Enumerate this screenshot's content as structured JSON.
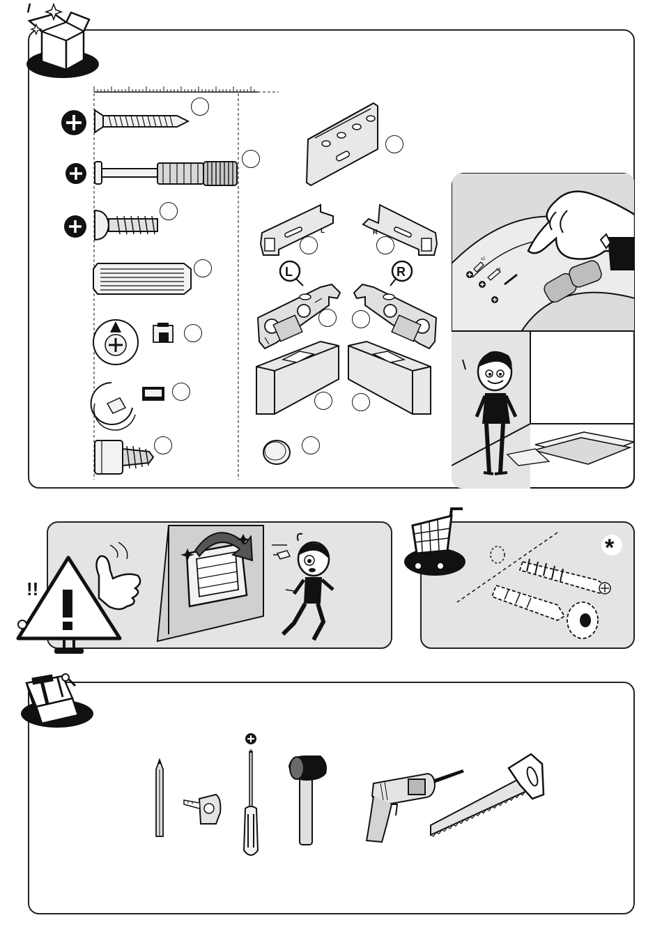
{
  "hardware_panel": {
    "hint_badge_letters": {
      "left": "L",
      "right": "R"
    },
    "parts": [
      {
        "name": "long-screw",
        "qty_label": ""
      },
      {
        "name": "connector-bolt",
        "qty_label": ""
      },
      {
        "name": "short-screw",
        "qty_label": ""
      },
      {
        "name": "wooden-dowel",
        "qty_label": ""
      },
      {
        "name": "cam-lock",
        "qty_label": ""
      },
      {
        "name": "cam-housing",
        "qty_label": ""
      },
      {
        "name": "barrel-screw",
        "qty_label": ""
      },
      {
        "name": "hanging-rail",
        "qty_label": ""
      },
      {
        "name": "bracket-left",
        "qty_label": ""
      },
      {
        "name": "bracket-right",
        "qty_label": ""
      },
      {
        "name": "hanger-left",
        "qty_label": ""
      },
      {
        "name": "hanger-right",
        "qty_label": ""
      },
      {
        "name": "cover-left",
        "qty_label": ""
      },
      {
        "name": "cover-right",
        "qty_label": ""
      },
      {
        "name": "cap",
        "qty_label": ""
      }
    ]
  },
  "sorting_hint": {
    "counts": [
      "x2",
      "x4"
    ]
  },
  "warning_panel": {
    "exclaim_marks": "!!"
  },
  "shop_panel": {
    "asterisk": "*"
  },
  "tools_panel": {
    "tools": [
      "pencil",
      "tape-measure",
      "phillips-screwdriver",
      "mallet",
      "power-drill",
      "hand-saw"
    ]
  },
  "colors": {
    "line": "#111111",
    "panel_grey": "#e4e4e4",
    "part_fill": "#f2f2f2"
  }
}
